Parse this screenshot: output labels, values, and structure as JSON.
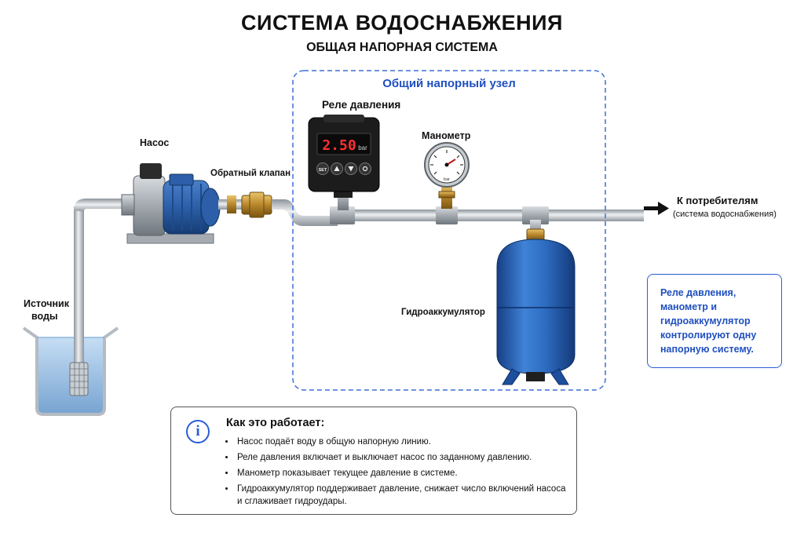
{
  "header": {
    "title": "СИСТЕМА ВОДОСНАБЖЕНИЯ",
    "subtitle": "ОБЩАЯ НАПОРНАЯ СИСТЕМА"
  },
  "labels": {
    "node_title": "Общий напорный узел",
    "pressure_relay": "Реле давления",
    "pump": "Насос",
    "check_valve": "Обратный клапан",
    "manometer": "Манометр",
    "consumers": "К потребителям",
    "consumers_sub": "(система водоснабжения)",
    "water_source_line1": "Источник",
    "water_source_line2": "воды",
    "accumulator": "Гидроаккумулятор"
  },
  "relay_display": {
    "value": "2.50",
    "unit": "bar",
    "set_button": "SET"
  },
  "manometer_unit": "bar",
  "note": "Реле давления, манометр и гидроаккумулятор контролируют одну напорную систему.",
  "info": {
    "title": "Как это работает:",
    "items": [
      "Насос подаёт воду в общую напорную линию.",
      "Реле давления включает и выключает насос по заданному давлению.",
      "Манометр показывает текущее давление в системе.",
      "Гидроаккумулятор поддерживает давление, снижает число включений насоса и сглаживает гидроудары."
    ]
  },
  "colors": {
    "accent_blue": "#2b5cd6",
    "pump_blue": "#2c5fa8",
    "tank_blue": "#2f6ec4",
    "pipe": "#b9bec4",
    "relay_display_red": "#ff3030"
  }
}
